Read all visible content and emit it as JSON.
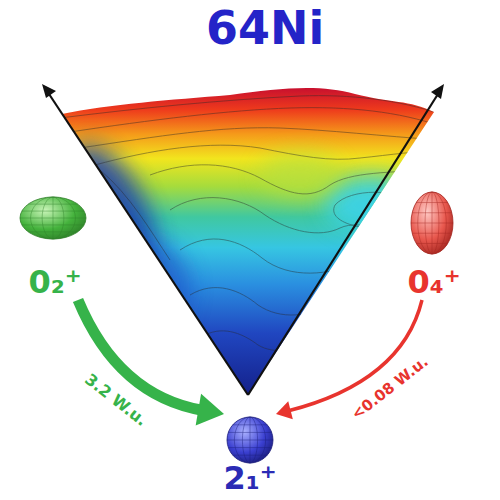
{
  "diagram": {
    "title": "64Ni",
    "nodes": [
      {
        "text": [
          "0₂⁺"
        ]
      },
      {
        "text": [
          "0₄⁺"
        ]
      },
      {
        "text": [
          "2₁⁺"
        ]
      }
    ],
    "edges": [
      {
        "from": 0,
        "to": 2,
        "arrow": "to",
        "label": "3.2 W.u."
      },
      {
        "from": 1,
        "to": 2,
        "arrow": "to",
        "label": "<0.08 W.u."
      }
    ]
  }
}
